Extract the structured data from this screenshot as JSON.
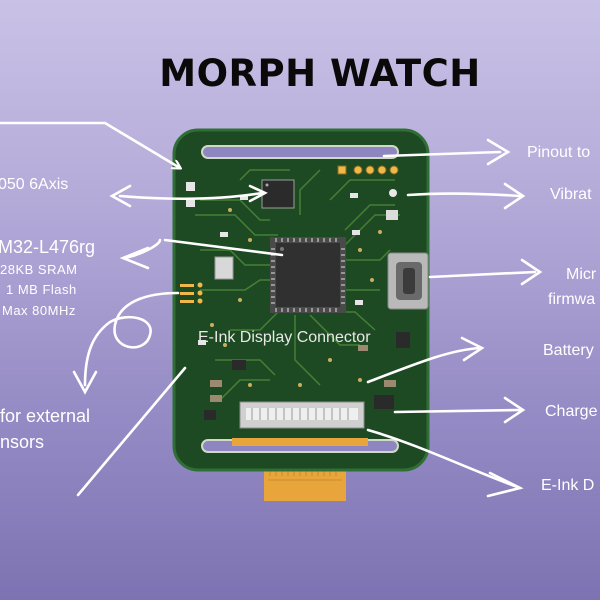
{
  "title": "MORPH WATCH",
  "labels": {
    "imu": "050 6Axis",
    "mcu_name": "M32-L476rg",
    "mcu_sram": "28KB SRAM",
    "mcu_flash": "1 MB Flash",
    "mcu_freq": "Max 80MHz",
    "ext_sensors_1": "for external",
    "ext_sensors_2": "nsors",
    "pinout": "Pinout to",
    "vibration": "Vibrat",
    "usb_1": "Micr",
    "usb_2": "firmwa",
    "battery": "Battery",
    "charge": "Charge",
    "eink": "E-Ink D",
    "board_connector": "E-Ink Display Connector"
  },
  "colors": {
    "board": "#1e4a23",
    "board_edge": "#2f6f35",
    "trace": "#4d8a3a",
    "gold": "#f0b848",
    "flex": "#e8a53c",
    "arrow": "#ffffff"
  }
}
